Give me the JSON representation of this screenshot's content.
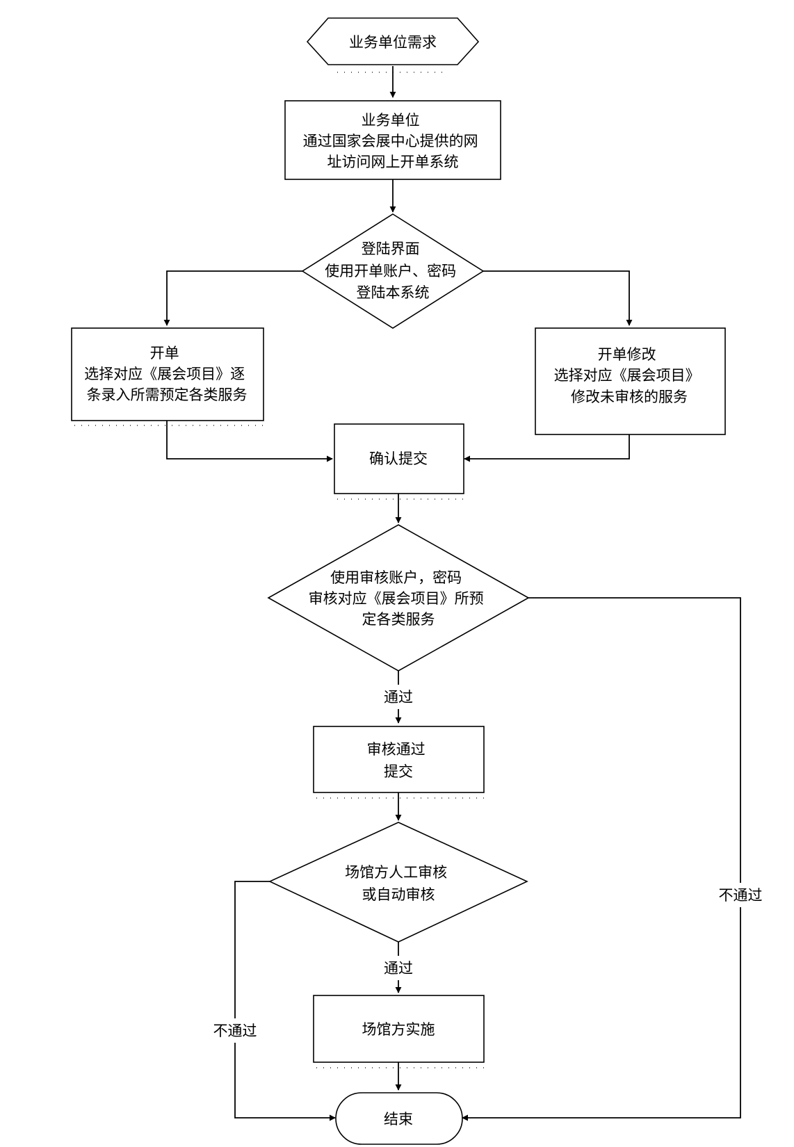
{
  "nodes": {
    "start": {
      "lines": [
        "业务单位需求"
      ]
    },
    "access": {
      "lines": [
        "业务单位",
        "通过国家会展中心提供的网",
        "址访问网上开单系统"
      ]
    },
    "login": {
      "lines": [
        "登陆界面",
        "使用开单账户、密码",
        "登陆本系统"
      ]
    },
    "open_order": {
      "lines": [
        "开单",
        "选择对应《展会项目》逐",
        "条录入所需预定各类服务"
      ]
    },
    "modify_order": {
      "lines": [
        "开单修改",
        "选择对应《展会项目》",
        "修改未审核的服务"
      ]
    },
    "confirm": {
      "lines": [
        "确认提交"
      ]
    },
    "review": {
      "lines": [
        "使用审核账户，密码",
        "审核对应《展会项目》所预",
        "定各类服务"
      ]
    },
    "approved_submit": {
      "lines": [
        "审核通过",
        "提交"
      ]
    },
    "venue_review": {
      "lines": [
        "场馆方人工审核",
        "或自动审核"
      ]
    },
    "venue_exec": {
      "lines": [
        "场馆方实施"
      ]
    },
    "end": {
      "lines": [
        "结束"
      ]
    }
  },
  "edge_labels": {
    "pass_1": "通过",
    "pass_2": "通过",
    "reject_right": "不通过",
    "reject_left": "不通过"
  }
}
